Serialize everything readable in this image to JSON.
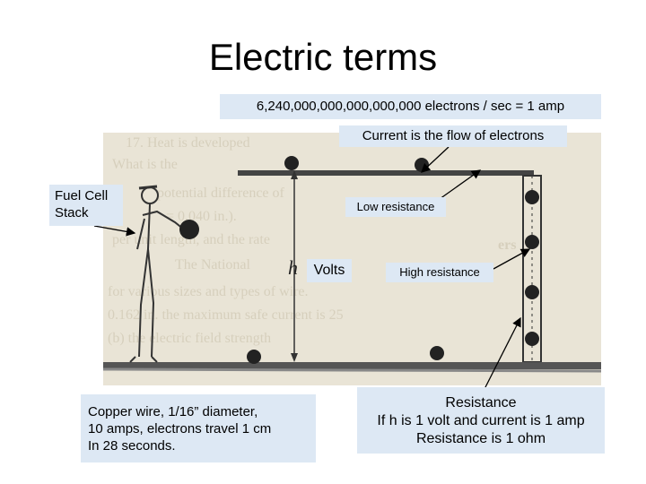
{
  "slide": {
    "title": "Electric terms",
    "amp_definition": "6,240,000,000,000,000,000 electrons / sec = 1 amp",
    "current_label": "Current is the flow of electrons",
    "fuel_cell_line1": "Fuel Cell",
    "fuel_cell_line2": "Stack",
    "low_resistance": "Low resistance",
    "volts": "Volts",
    "high_resistance": "High resistance",
    "h_symbol": "h",
    "copper_line1": "Copper wire, 1/16” diameter,",
    "copper_line2": "10 amps, electrons travel 1 cm",
    "copper_line3": "In 28 seconds.",
    "resistance_line1": "Resistance",
    "resistance_line2": "If h is 1 volt and current is 1 amp",
    "resistance_line3": "Resistance is 1 ohm"
  },
  "colors": {
    "label_bg": "#dde8f4",
    "illustration_bg": "#e9e4d6",
    "ball": "#222222"
  }
}
